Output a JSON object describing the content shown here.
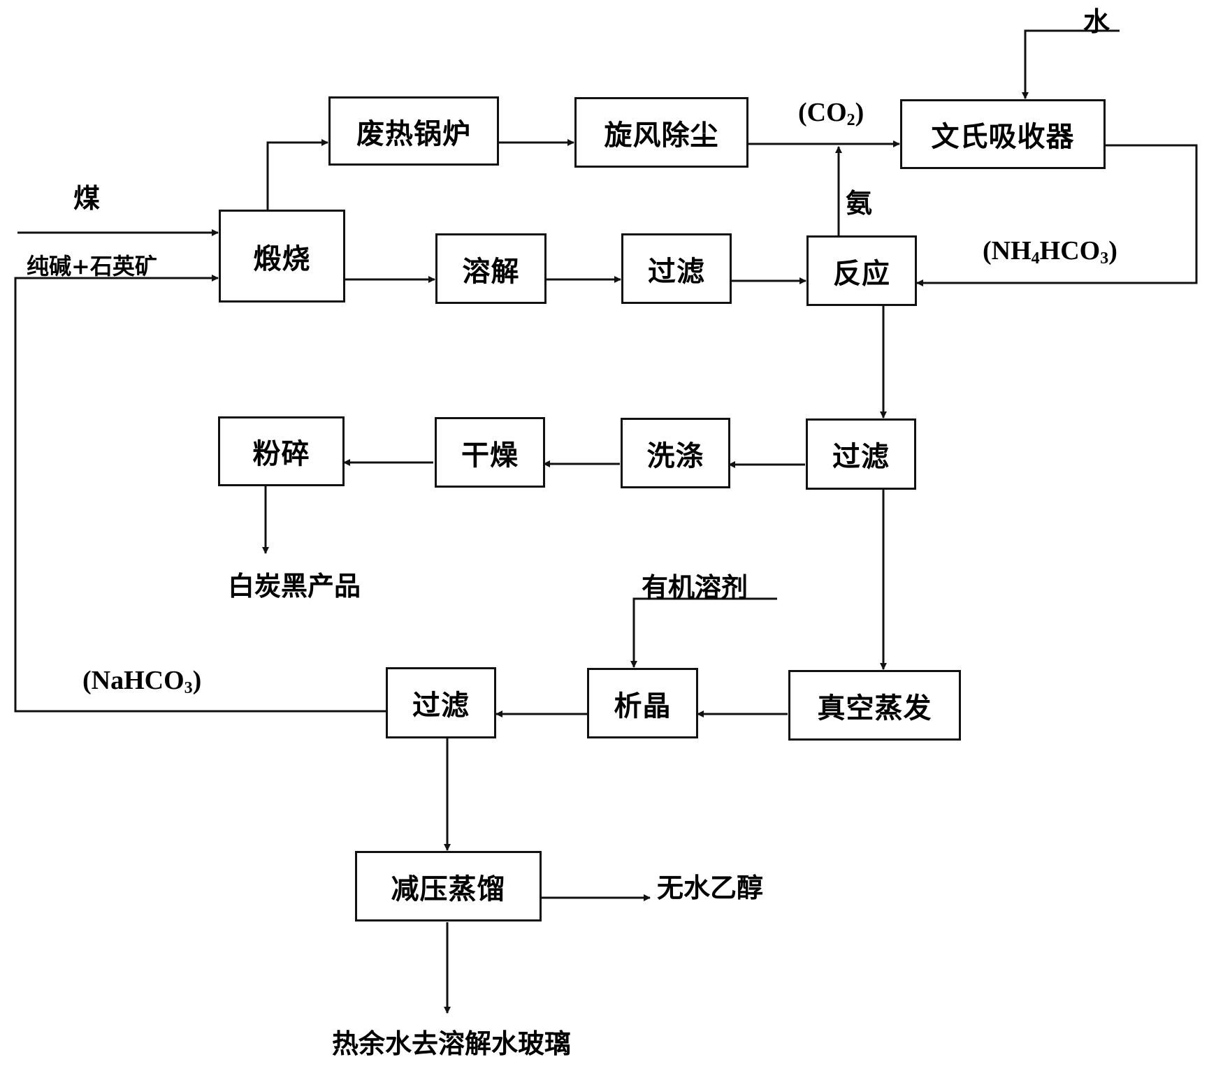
{
  "nodes": {
    "waste_heat_boiler": "废热锅炉",
    "cyclone": "旋风除尘",
    "venturi": "文氏吸收器",
    "calcination": "煅烧",
    "dissolve": "溶解",
    "filter_1": "过滤",
    "reaction": "反应",
    "filter_2": "过滤",
    "wash": "洗涤",
    "dry": "干燥",
    "crush": "粉碎",
    "vacuum_evap": "真空蒸发",
    "crystallize": "析晶",
    "filter_3": "过滤",
    "vacuum_distill": "减压蒸馏"
  },
  "labels": {
    "coal": "煤",
    "feed": "纯碱+石英矿",
    "water": "水",
    "ammonia": "氨",
    "organic_solvent": "有机溶剂",
    "white_carbon_product": "白炭黑产品",
    "anhydrous_ethanol": "无水乙醇",
    "hot_water": "热余水去溶解水玻璃"
  },
  "chem": {
    "co2": {
      "pre": "(CO",
      "sub": "2",
      "post": ")"
    },
    "nh4hco3": {
      "pre": "(NH",
      "sub1": "4",
      "mid": "HCO",
      "sub2": "3",
      "post": ")"
    },
    "nahco3": {
      "pre": "(NaHCO",
      "sub": "3",
      "post": ")"
    }
  }
}
